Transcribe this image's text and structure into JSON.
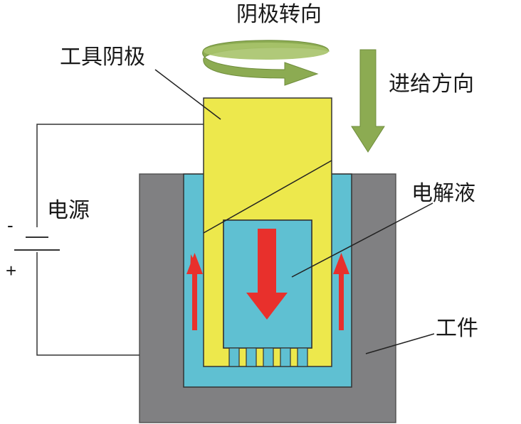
{
  "labels": {
    "cathode_rotation": "阴极转向",
    "tool_cathode": "工具阴极",
    "feed_direction": "进给方向",
    "power_source": "电源",
    "electrolyte": "电解液",
    "workpiece": "工件",
    "minus_sign": "-",
    "plus_sign": "+"
  },
  "colors": {
    "workpiece": "#808082",
    "electrolyte": "#5fc0d2",
    "tool_cathode": "#ede84c",
    "arrow_green": "#8cab52",
    "flow_arrow_red": "#e8302c",
    "wire": "#333333"
  },
  "icons": {
    "rotation": "curved-arrow-icon",
    "feed": "down-arrow-icon",
    "flow_down": "down-arrow-icon",
    "flow_up": "up-arrow-icon"
  }
}
